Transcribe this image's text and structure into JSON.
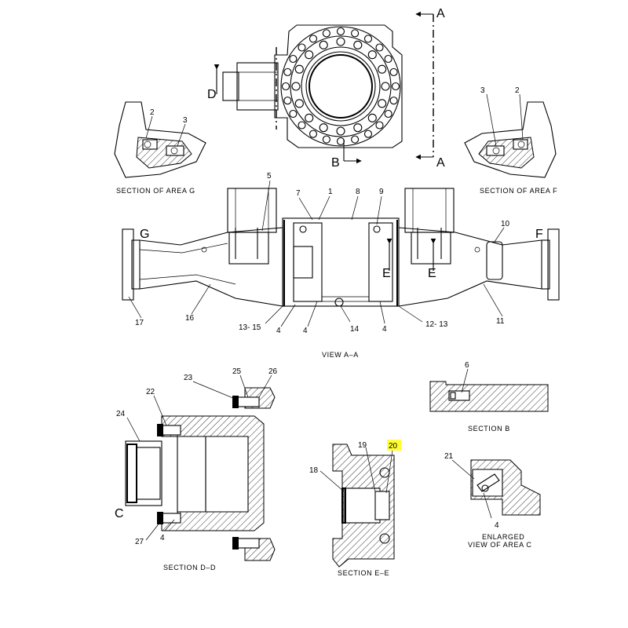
{
  "labels": {
    "n1": "1",
    "n2a": "2",
    "n2b": "2",
    "n3a": "3",
    "n3b": "3",
    "n4a": "4",
    "n4b": "4",
    "n4c": "4",
    "n4d": "4",
    "n4e": "4",
    "n5": "5",
    "n6": "6",
    "n7": "7",
    "n8": "8",
    "n9": "9",
    "n10": "10",
    "n11": "11",
    "n12_13": "12- 13",
    "n13_15": "13- 15",
    "n14": "14",
    "n16": "16",
    "n17": "17",
    "n18": "18",
    "n19": "19",
    "n20": "20",
    "n21": "21",
    "n22": "22",
    "n23": "23",
    "n24": "24",
    "n25": "25",
    "n26": "26",
    "n27": "27"
  },
  "letters": {
    "A_top": "A",
    "A_bottom": "A",
    "B": "B",
    "C": "C",
    "D": "D",
    "E_left": "E",
    "E_right": "E",
    "F": "F",
    "G": "G"
  },
  "captions": {
    "section_area_g": "SECTION OF AREA G",
    "section_area_f": "SECTION OF AREA F",
    "view_a_a": "VIEW A–A",
    "section_b": "SECTION B",
    "section_d_d": "SECTION D–D",
    "section_e_e": "SECTION E–E",
    "enlarged_1": "ENLARGED",
    "enlarged_2": "VIEW OF AREA C"
  },
  "highlight_color": "#ffff33"
}
